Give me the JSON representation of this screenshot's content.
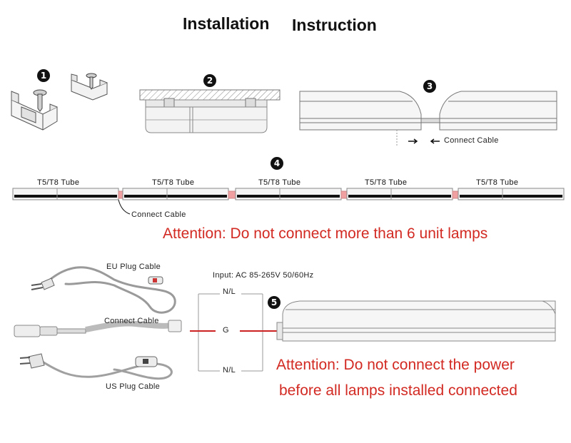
{
  "title": {
    "left": "Installation",
    "right": "Instruction"
  },
  "steps": [
    "1",
    "2",
    "3",
    "4",
    "5"
  ],
  "step3": {
    "connect_label": "Connect  Cable"
  },
  "step4": {
    "tube_labels": [
      "T5/T8  Tube",
      "T5/T8  Tube",
      "T5/T8  Tube",
      "T5/T8  Tube",
      "T5/T8  Tube"
    ],
    "connect_label": "Connect  Cable",
    "attention": "Attention: Do not connect more than 6 unit lamps"
  },
  "step5": {
    "eu_cable": "EU  Plug  Cable",
    "connect_cable": "Connect  Cable",
    "us_cable": "US  Plug  Cable",
    "input": "Input:  AC  85-265V  50/60Hz",
    "wire_top": "N/L",
    "wire_mid": "G",
    "wire_bottom": "N/L",
    "attention_line1": "Attention: Do not connect the power",
    "attention_line2": "before all lamps installed connected"
  },
  "colors": {
    "attention": "#d22a22",
    "connector": "#f0a0a0",
    "wire_red": "#cc2222"
  }
}
